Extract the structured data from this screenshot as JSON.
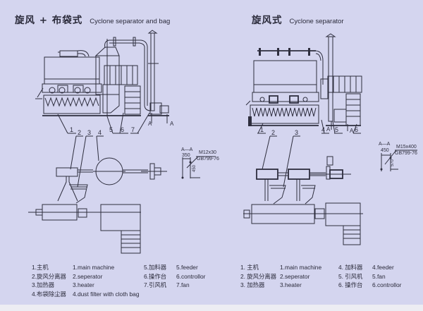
{
  "left_panel": {
    "title_zh": "旋风 + 布袋式",
    "title_en": "Cyclone separator and bag",
    "callouts": [
      "1",
      "2",
      "3",
      "4",
      "5",
      "6",
      "7"
    ],
    "section_marks": [
      "A",
      "A"
    ],
    "section": {
      "label": "A—A",
      "width": "350",
      "bolt": "M12x30",
      "standard": "GB799-76",
      "depth": "450"
    },
    "legend_left": [
      {
        "zh": "1.主机",
        "en": "1.main machine"
      },
      {
        "zh": "2.旋风分离器",
        "en": "2.seperator"
      },
      {
        "zh": "3.加热器",
        "en": "3.heater"
      },
      {
        "zh": "4.布袋除尘器",
        "en": "4.dust filter with cloth bag"
      }
    ],
    "legend_right": [
      {
        "zh": "5.加料器",
        "en": "5.feeder"
      },
      {
        "zh": "6.操作台",
        "en": "6.controllor"
      },
      {
        "zh": "7.引风机",
        "en": "7.fan"
      }
    ]
  },
  "right_panel": {
    "title_zh": "旋风式",
    "title_en": "Cyclone separator",
    "callouts": [
      "1",
      "2",
      "3",
      "4",
      "5",
      "6"
    ],
    "section_marks": [
      "A",
      "A"
    ],
    "section": {
      "label": "A—A",
      "width": "450",
      "bolt": "M15x400",
      "standard": "GB799-76",
      "depth": "570"
    },
    "legend_left": [
      {
        "zh": "1. 主机",
        "en": "1.main machine"
      },
      {
        "zh": "2. 旋风分离器",
        "en": "2.seperator"
      },
      {
        "zh": "3. 加热器",
        "en": "3.heater"
      }
    ],
    "legend_right": [
      {
        "zh": "4. 加料器",
        "en": "4.feeder"
      },
      {
        "zh": "5. 引风机",
        "en": "5.fan"
      },
      {
        "zh": "6. 操作台",
        "en": "6.controllor"
      }
    ]
  },
  "colors": {
    "paper": "#d4d5ef",
    "ink": "#2e2e3e",
    "strip": "#ededf3"
  }
}
